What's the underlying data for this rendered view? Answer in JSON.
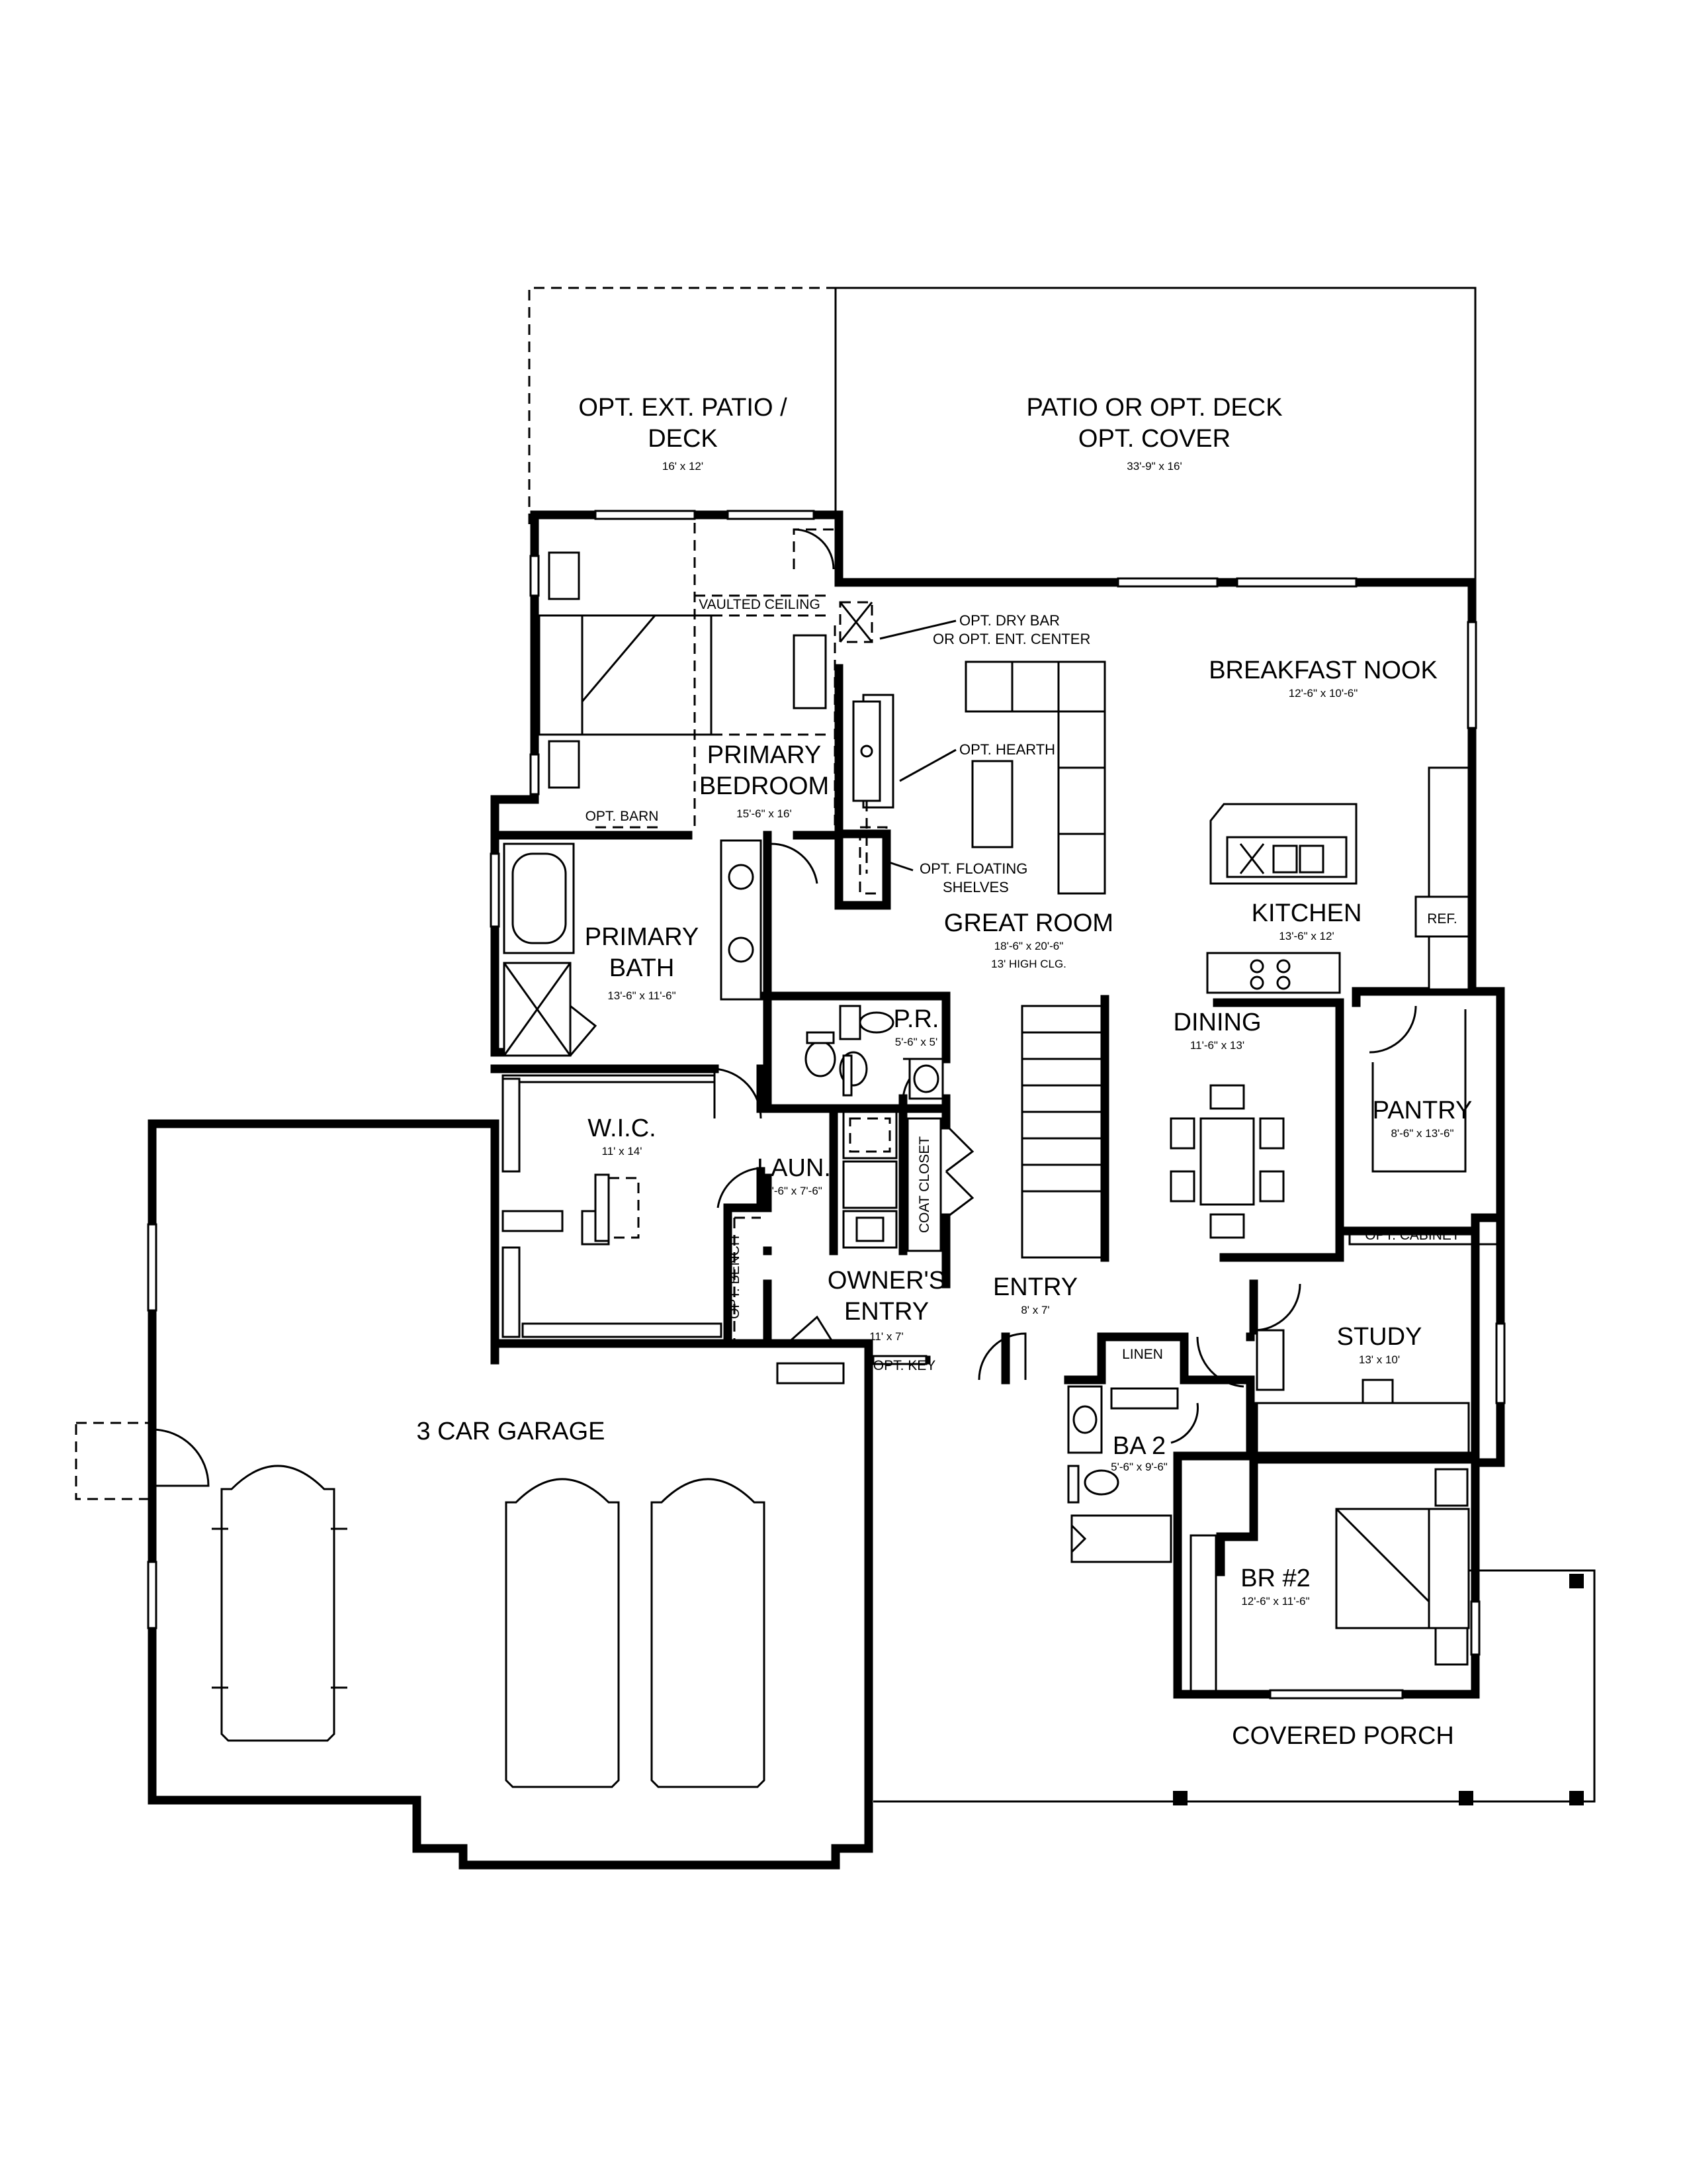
{
  "rooms": {
    "opt_patio_deck": {
      "name_line1": "OPT. EXT. PATIO /",
      "name_line2": "DECK",
      "dims": "16' x 12'"
    },
    "patio": {
      "name_line1": "PATIO OR OPT. DECK",
      "name_line2": "OPT. COVER",
      "dims": "33'-9\" x 16'"
    },
    "breakfast_nook": {
      "name": "BREAKFAST NOOK",
      "dims": "12'-6\" x 10'-6\""
    },
    "primary_bedroom": {
      "name_line1": "PRIMARY",
      "name_line2": "BEDROOM",
      "dims": "15'-6\" x 16'"
    },
    "great_room": {
      "name": "GREAT ROOM",
      "dims": "18'-6\" x 20'-6\"",
      "ceiling": "13' HIGH CLG."
    },
    "kitchen": {
      "name": "KITCHEN",
      "dims": "13'-6\" x 12'"
    },
    "primary_bath": {
      "name_line1": "PRIMARY",
      "name_line2": "BATH",
      "dims": "13'-6\" x 11'-6\""
    },
    "powder_room": {
      "name": "P.R.",
      "dims": "5'-6\" x 5'"
    },
    "dining": {
      "name": "DINING",
      "dims": "11'-6\" x 13'"
    },
    "pantry": {
      "name": "PANTRY",
      "dims": "8'-6\" x 13'-6\""
    },
    "wic": {
      "name": "W.I.C.",
      "dims": "11' x 14'"
    },
    "laundry": {
      "name": "LAUN.",
      "dims": "6'-6\" x 7'-6\""
    },
    "owners_entry": {
      "name_line1": "OWNER'S",
      "name_line2": "ENTRY",
      "dims": "11' x 7'"
    },
    "entry": {
      "name": "ENTRY",
      "dims": "8' x 7'"
    },
    "study": {
      "name": "STUDY",
      "dims": "13' x 10'"
    },
    "bath_2": {
      "name": "BA 2",
      "dims": "5'-6\" x 9'-6\""
    },
    "bedroom_2": {
      "name": "BR #2",
      "dims": "12'-6\" x 11'-6\""
    },
    "garage": {
      "name": "3 CAR GARAGE"
    },
    "covered_porch": {
      "name": "COVERED PORCH"
    }
  },
  "annotations": {
    "vaulted_ceiling": "VAULTED CEILING",
    "opt_dry_bar_line1": "OPT. DRY BAR",
    "opt_dry_bar_line2": "OR OPT. ENT. CENTER",
    "opt_hearth": "OPT. HEARTH",
    "opt_floating_line1": "OPT. FLOATING",
    "opt_floating_line2": "SHELVES",
    "opt_barn": "OPT. BARN",
    "ref": "REF.",
    "opt_cabinet": "OPT. CABINET",
    "coat_closet": "COAT CLOSET",
    "opt_bench": "OPT. BENCH",
    "opt_key": "OPT. KEY",
    "linen": "LINEN"
  }
}
